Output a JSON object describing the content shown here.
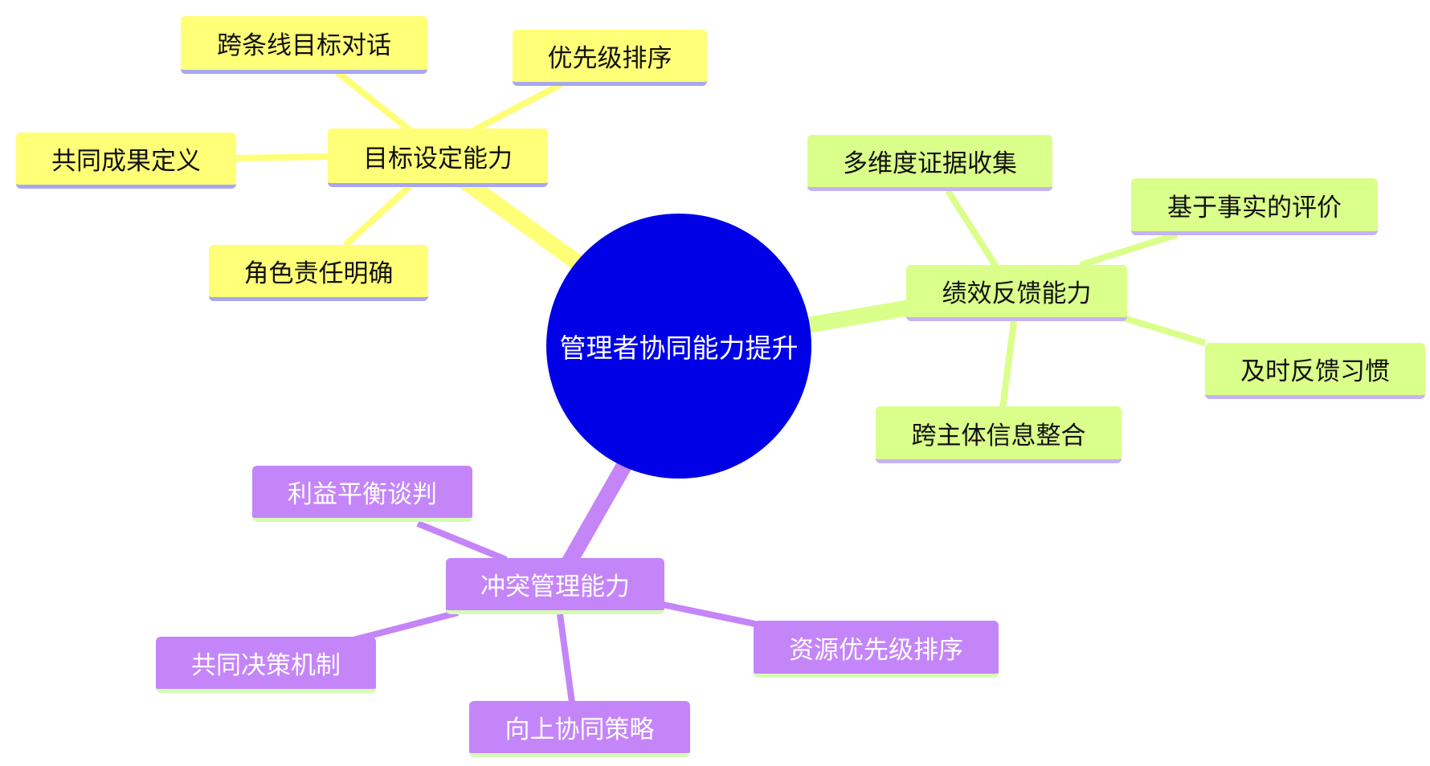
{
  "root": {
    "label": "管理者协同能力提升",
    "color": "#0000e6"
  },
  "branches": [
    {
      "id": "goal",
      "label": "目标设定能力",
      "color": "#ffff78",
      "children": [
        "跨条线目标对话",
        "优先级排序",
        "共同成果定义",
        "角色责任明确"
      ]
    },
    {
      "id": "feedback",
      "label": "绩效反馈能力",
      "color": "#daff8a",
      "children": [
        "多维度证据收集",
        "基于事实的评价",
        "及时反馈习惯",
        "跨主体信息整合"
      ]
    },
    {
      "id": "conflict",
      "label": "冲突管理能力",
      "color": "#c485f9",
      "children": [
        "利益平衡谈判",
        "共同决策机制",
        "资源优先级排序",
        "向上协同策略"
      ]
    }
  ]
}
